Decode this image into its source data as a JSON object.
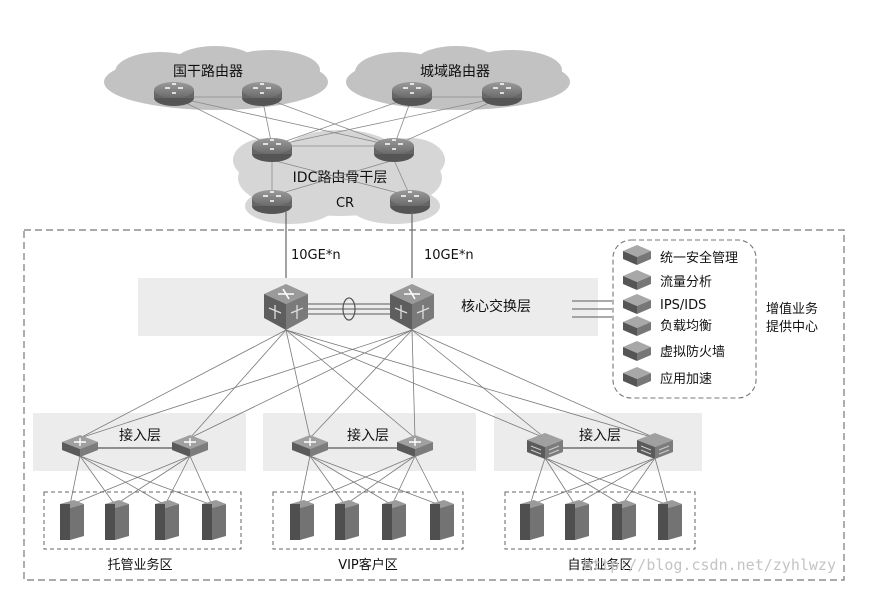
{
  "clouds": {
    "national_router": "国干路由器",
    "metro_router": "城域路由器",
    "idc_backbone": "IDC路由骨干层",
    "cr": "CR"
  },
  "links": {
    "left_uplink": "10GE*n",
    "right_uplink": "10GE*n"
  },
  "core_layer": "核心交换层",
  "value_added": {
    "center_line1": "增值业务",
    "center_line2": "提供中心",
    "services": [
      "统一安全管理",
      "流量分析",
      "IPS/IDS",
      "负载均衡",
      "虚拟防火墙",
      "应用加速"
    ]
  },
  "access_layers": [
    "接入层",
    "接入层",
    "接入层"
  ],
  "zones": [
    "托管业务区",
    "VIP客户区",
    "自营业务区"
  ],
  "watermark": "http://blog.csdn.net/zyhlwzy",
  "colors": {
    "cloud": "#bdbdbd",
    "band": "#eaeaea",
    "device": "#6e6e6e",
    "line": "#777777"
  }
}
